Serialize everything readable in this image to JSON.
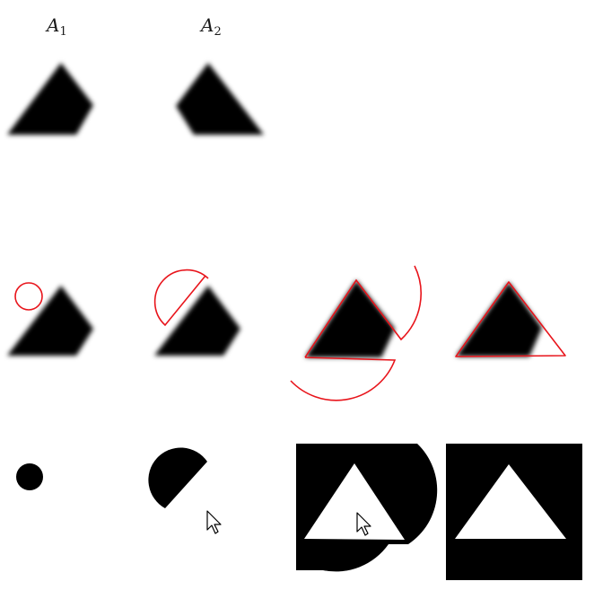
{
  "labels": {
    "a1_base": "A",
    "a1_sub": "1",
    "a2_base": "A",
    "a2_sub": "2"
  },
  "colors": {
    "shape": "#000000",
    "contour": "#e8141b",
    "background": "#ffffff",
    "cursor_fill": "#ffffff",
    "cursor_stroke": "#000000"
  },
  "icons": {
    "cursor": "mouse-pointer-icon"
  }
}
